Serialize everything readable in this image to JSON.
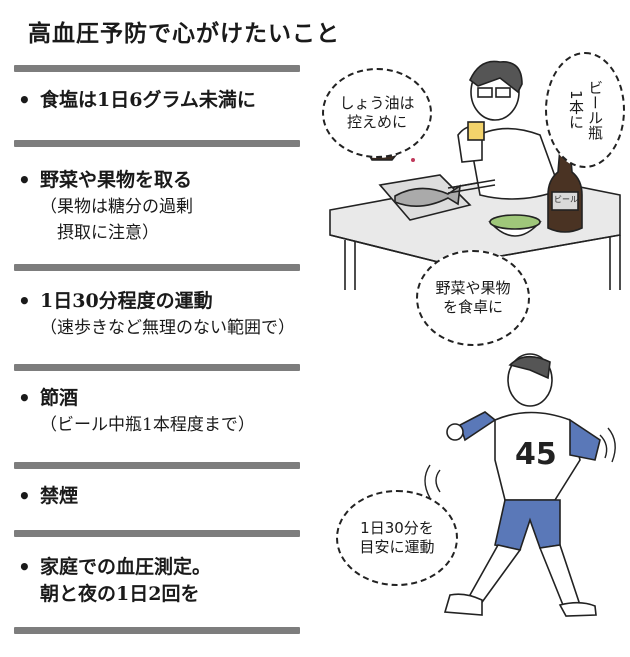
{
  "title": "高血圧予防で心がけたいこと",
  "items": [
    {
      "main": "食塩は1日6グラム未満に",
      "sub": []
    },
    {
      "main": "野菜や果物を取る",
      "sub": [
        "（果物は糖分の過剰",
        "　摂取に注意）"
      ]
    },
    {
      "main": "1日30分程度の運動",
      "sub": [
        "（速歩きなど無理のない範囲で）"
      ]
    },
    {
      "main": "節酒",
      "sub": [
        "（ビール中瓶1本程度まで）"
      ]
    },
    {
      "main": "禁煙",
      "sub": []
    },
    {
      "main": "家庭での血圧測定。",
      "sub": [
        "朝と夜の1日2回を"
      ]
    }
  ],
  "bubbles": {
    "soy": "しょう油は\n控えめに",
    "beer": "ビール瓶\n1本に",
    "veg": "野菜や果物\nを食卓に",
    "walk": "1日30分を\n目安に運動"
  },
  "jersey_number": "45",
  "bottle_label": "ビール"
}
